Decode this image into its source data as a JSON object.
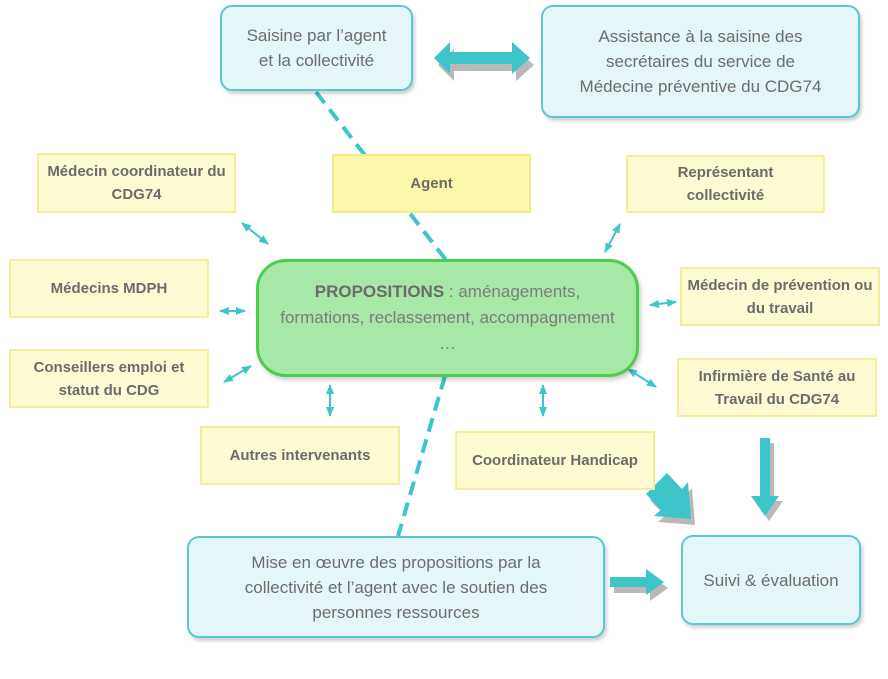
{
  "nodes": {
    "saisine": "Saisine par l’agent et la collectivité",
    "assistance": "Assistance à la saisine des secrétaires du service de Médecine préventive du CDG74",
    "agent": "Agent",
    "medecin_coordinateur": "Médecin coordinateur du CDG74",
    "representant": "Représentant collectivité",
    "medecins_mdph": "Médecins MDPH",
    "medecin_prevention": "Médecin de prévention ou du travail",
    "conseillers": "Conseillers emploi et statut du CDG",
    "infirmiere": "Infirmière de Santé au Travail du CDG74",
    "autres": "Autres intervenants",
    "coordinateur_handicap": "Coordinateur Handicap",
    "mise_en_oeuvre": "Mise en œuvre des propositions par la collectivité et l’agent avec le soutien des personnes ressources",
    "suivi": "Suivi & évaluation"
  },
  "center": {
    "keyword": "PROPOSITIONS",
    "text": " : aménagements, formations, reclassement, accompagnement …"
  },
  "colors": {
    "cyan_border": "#5bc8d0",
    "cyan_fill": "#e4f6f8",
    "arrow": "#3cc6c9",
    "green_fill": "#a6e8a6",
    "green_border": "#4ccd4c",
    "yellow_fill": "#fdfbd2",
    "yellow_border": "#f4ee9a"
  }
}
